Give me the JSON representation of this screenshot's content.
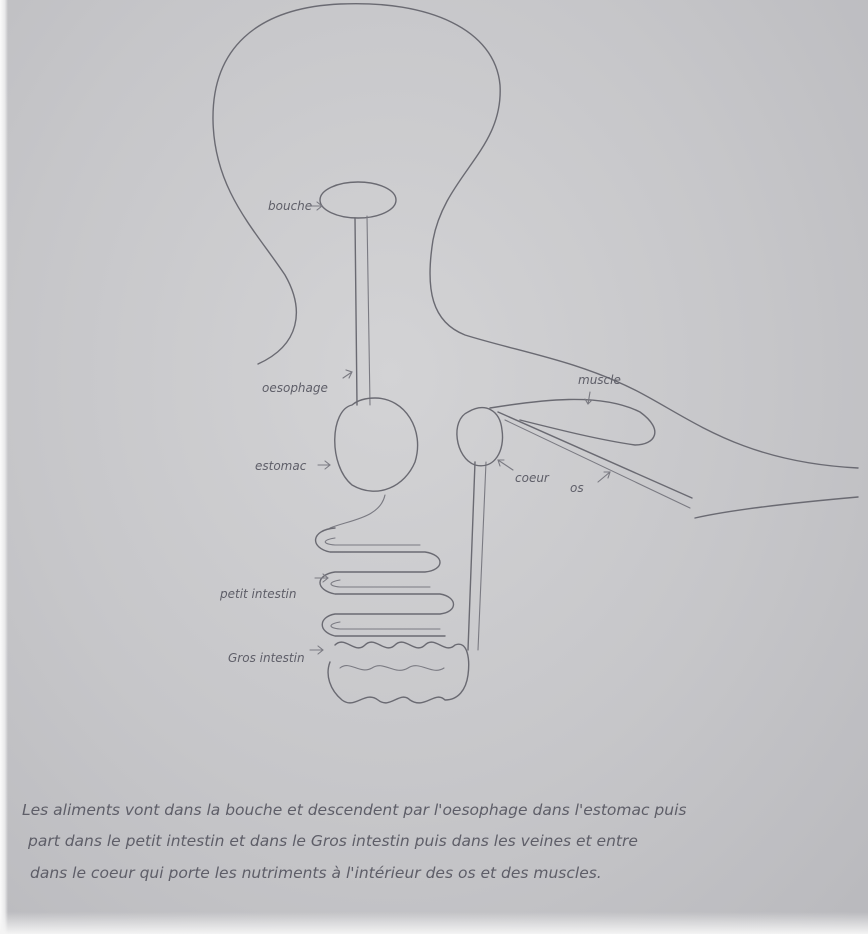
{
  "labels": {
    "bouche": "bouche",
    "oesophage": "oesophage",
    "estomac": "estomac",
    "petit_intestin": "petit intestin",
    "gros_intestin": "Gros intestin",
    "muscle": "muscle",
    "coeur": "coeur",
    "os": "os"
  },
  "caption": {
    "line1": "Les aliments vont dans la bouche et descendent par l'oesophage dans l'estomac puis",
    "line2": "part dans le petit intestin et dans le Gros intestin puis dans les veines et entre",
    "line3": "dans le coeur qui porte les nutriments à l'intérieur des os et des muscles."
  }
}
